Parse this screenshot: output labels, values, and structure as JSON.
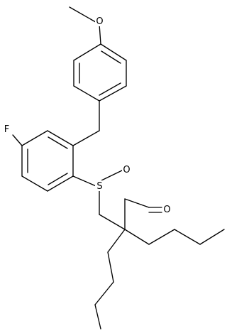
{
  "molecule": {
    "atom_labels": {
      "methoxy_oxygen": "O",
      "fluorine": "F",
      "sulfur": "S",
      "sulfoxide_oxygen": "O",
      "aldehyde_oxygen": "O"
    }
  }
}
